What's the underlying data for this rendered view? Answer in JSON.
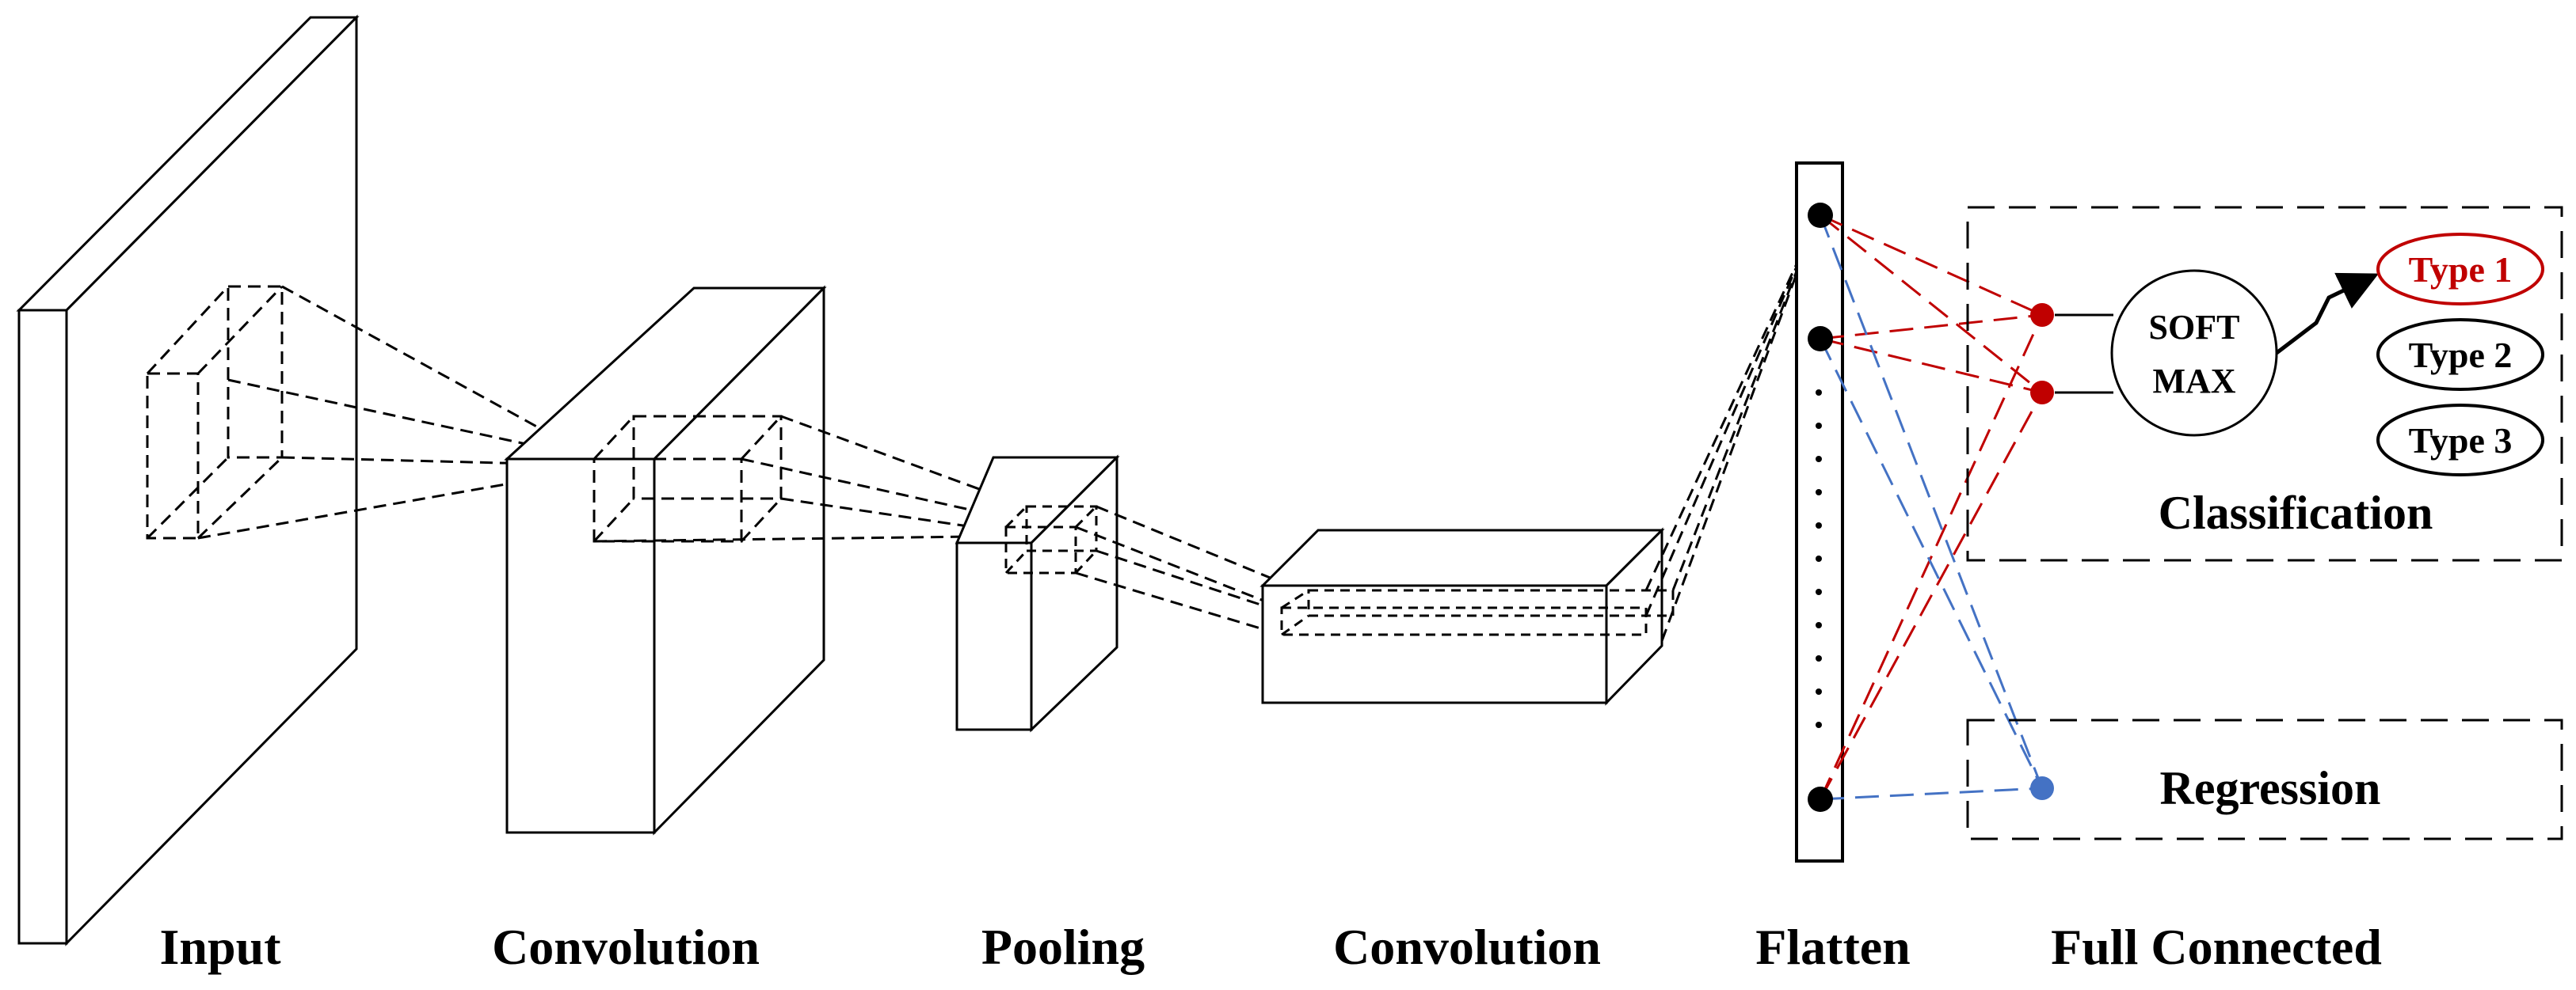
{
  "stage_labels": {
    "input": "Input",
    "convolution_1": "Convolution",
    "pooling": "Pooling",
    "convolution_2": "Convolution",
    "flatten": "Flatten",
    "full_connected": "Full Connected"
  },
  "classification": {
    "title": "Classification",
    "softmax_line1": "SOFT",
    "softmax_line2": "MAX",
    "types": [
      "Type 1",
      "Type 2",
      "Type 3"
    ]
  },
  "regression": {
    "title": "Regression"
  },
  "colors": {
    "red": "#c00000",
    "blue": "#4472c4",
    "black": "#000000"
  }
}
